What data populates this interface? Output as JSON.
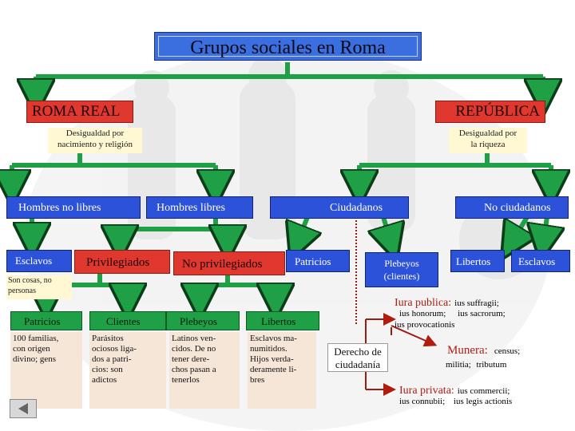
{
  "title": "Grupos sociales en Roma",
  "roma_real": "ROMA REAL",
  "republica": "REPÚBLICA",
  "desig_nac_1": "Desigualdad por",
  "desig_nac_2": "nacimiento y religión",
  "desig_riq_1": "Desigualdad por",
  "desig_riq_2": "la riqueza",
  "hombres_no_libres": "Hombres no libres",
  "hombres_libres": "Hombres libres",
  "ciudadanos": "Ciudadanos",
  "no_ciudadanos": "No ciudadanos",
  "esclavos_1": "Esclavos",
  "privilegiados": "Privilegiados",
  "no_privilegiados": "No privilegiados",
  "patricios_rep": "Patricios",
  "plebeyos_clientes_1": "Plebeyos",
  "plebeyos_clientes_2": "(clientes)",
  "libertos_rep": "Libertos",
  "esclavos_rep": "Esclavos",
  "son_cosas_1": "Son cosas, no",
  "son_cosas_2": "personas",
  "col_headers": [
    "Patricios",
    "Clientes",
    "Plebeyos",
    "Libertos"
  ],
  "col_cells": [
    [
      "100 familias,",
      "con origen",
      "divino; gens"
    ],
    [
      "Parásitos",
      "ociosos liga-",
      "dos a patri-",
      "cios: son",
      "adictos"
    ],
    [
      "Latinos ven-",
      "cidos. De no",
      "tener dere-",
      "chos pasan a",
      "tenerlos"
    ],
    [
      "Esclavos ma-",
      "numitidos.",
      "Hijos verda-",
      "deramente li-",
      "bres"
    ]
  ],
  "derecho_1": "Derecho de",
  "derecho_2": "ciudadanía",
  "iura_publica_label": "Iura publica:",
  "iura_publica_1": "ius suffragii;",
  "iura_publica_2": "ius honorum;",
  "iura_publica_3": "ius sacrorum;",
  "iura_publica_4": "ius provocationis",
  "munera_label": "Munera:",
  "munera_1": "census;",
  "munera_2": "militia;",
  "munera_3": "tributum",
  "iura_privata_label": "Iura privata:",
  "iura_privata_1": "ius commercii;",
  "iura_privata_2": "ius connubii;",
  "iura_privata_3": "ius legis actionis",
  "colors": {
    "red": "#e0372f",
    "blue": "#2b52d9",
    "green": "#1fa046",
    "arrow_green": "#1fa046",
    "arrow_red": "#9b1c10",
    "note_bg": "#fff8d2",
    "cell_bg": "#f6e6d8"
  }
}
